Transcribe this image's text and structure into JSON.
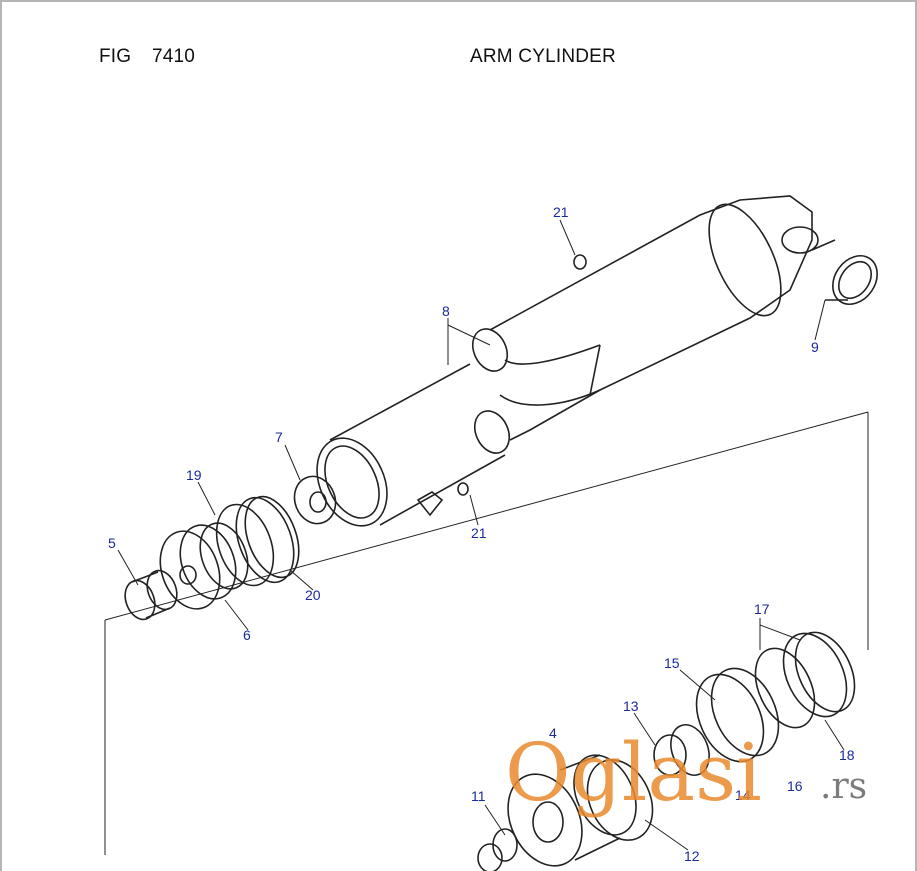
{
  "header": {
    "fig_label": "FIG",
    "fig_number": "7410",
    "title": "ARM CYLINDER"
  },
  "callouts": {
    "c4": "4",
    "c5": "5",
    "c6": "6",
    "c7": "7",
    "c8": "8",
    "c9": "9",
    "c11": "11",
    "c12": "12",
    "c13": "13",
    "c14": "14",
    "c15": "15",
    "c16": "16",
    "c17": "17",
    "c18": "18",
    "c19": "19",
    "c20": "20",
    "c21a": "21",
    "c21b": "21"
  },
  "watermark": {
    "brand": "Oglasi",
    "tld": ".rs"
  }
}
